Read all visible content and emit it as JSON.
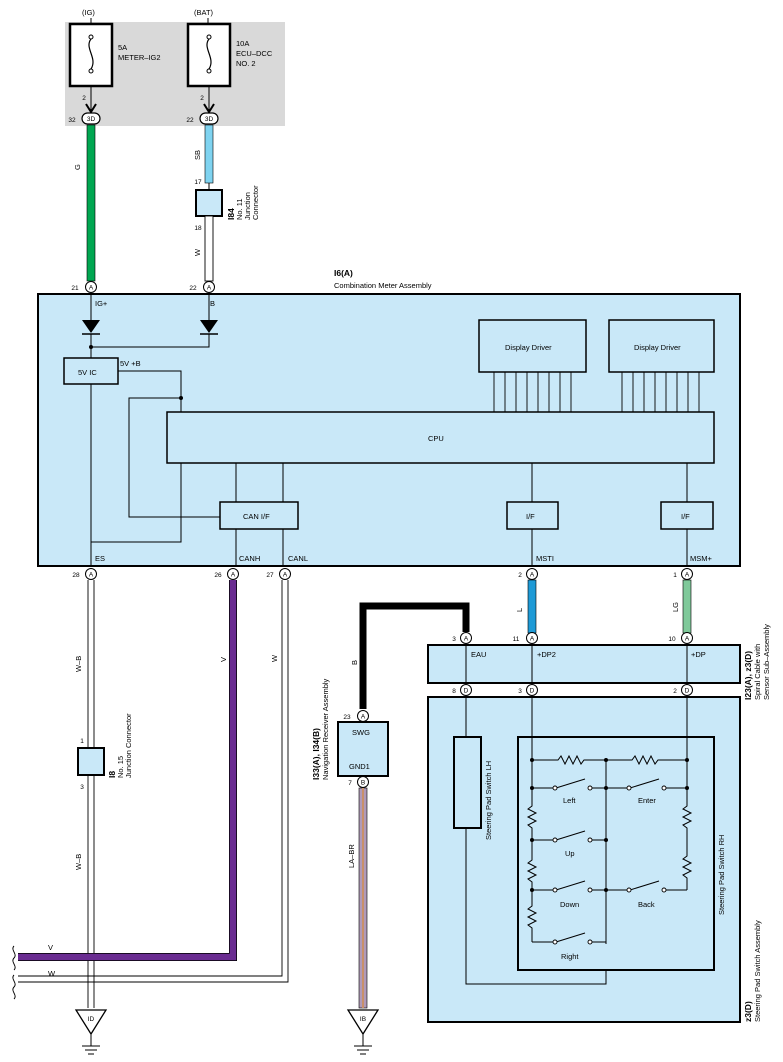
{
  "fuses": {
    "ig": {
      "source": "(IG)",
      "amp": "5A",
      "name": "METER–IG2",
      "pin": "2",
      "conn_pin": "32",
      "conn": "3D"
    },
    "bat": {
      "source": "(BAT)",
      "amp": "10A",
      "name1": "ECU–DCC",
      "name2": "NO. 2",
      "pin": "2",
      "conn_pin": "22",
      "conn": "3D"
    }
  },
  "wires": {
    "g": "G",
    "sb": "SB",
    "w": "W",
    "wb": "W–B",
    "v": "V",
    "l": "L",
    "lg": "LG",
    "b": "B",
    "labr": "LA–BR"
  },
  "junction_i84": {
    "id": "I84",
    "line1": "No. 11",
    "line2": "Junction",
    "line3": "Connector",
    "pin_top": "17",
    "pin_bot": "18"
  },
  "junction_i8": {
    "id": "I8",
    "line1": "No. 15",
    "line2": "Junction Connector",
    "pin_top": "1",
    "pin_bot": "3"
  },
  "meter": {
    "id": "I6(A)",
    "name": "Combination Meter Assembly",
    "pin_ig": "21",
    "pin_b": "22",
    "lbl_ig": "IG+",
    "lbl_b": "B",
    "ic": "5V IC",
    "ic_out": "5V +B",
    "display1": "Display Driver",
    "display2": "Display Driver",
    "cpu": "CPU",
    "can": "CAN I/F",
    "if1": "I/F",
    "if2": "I/F",
    "lbl_es": "ES",
    "lbl_canh": "CANH",
    "lbl_canl": "CANL",
    "lbl_msti": "MSTI",
    "lbl_msm": "MSM+",
    "pin_es": "28",
    "pin_canh": "26",
    "pin_canl": "27",
    "pin_msti": "2",
    "pin_msm": "1",
    "conn": "A"
  },
  "spiral": {
    "id": "I23(A), z3(D)",
    "line1": "Spiral Cable with",
    "line2": "Sensor Sub–Assembly",
    "lbl_eau": "EAU",
    "lbl_dp2": "+DP2",
    "lbl_dp": "+DP",
    "pin_eau": "3",
    "pin_dp2": "11",
    "pin_dp": "10",
    "pin_b1": "8",
    "pin_b2": "3",
    "pin_b3": "2",
    "conn_a": "A",
    "conn_d": "D"
  },
  "nav": {
    "id": "I33(A), I34(B)",
    "name": "Navigation Receiver Assembly",
    "lbl_swg": "SWG",
    "lbl_gnd": "GND1",
    "pin_swg": "23",
    "pin_gnd": "7",
    "conn_a": "A",
    "conn_b": "B"
  },
  "switch_assy": {
    "id": "z3(D)",
    "name": "Steering Pad Switch Assembly",
    "lh": "Steering Pad Switch LH",
    "rh": "Steering Pad Switch RH",
    "buttons": {
      "left": "Left",
      "enter": "Enter",
      "up": "Up",
      "down": "Down",
      "back": "Back",
      "right": "Right"
    }
  },
  "grounds": {
    "id": "ID",
    "ib": "IB"
  }
}
